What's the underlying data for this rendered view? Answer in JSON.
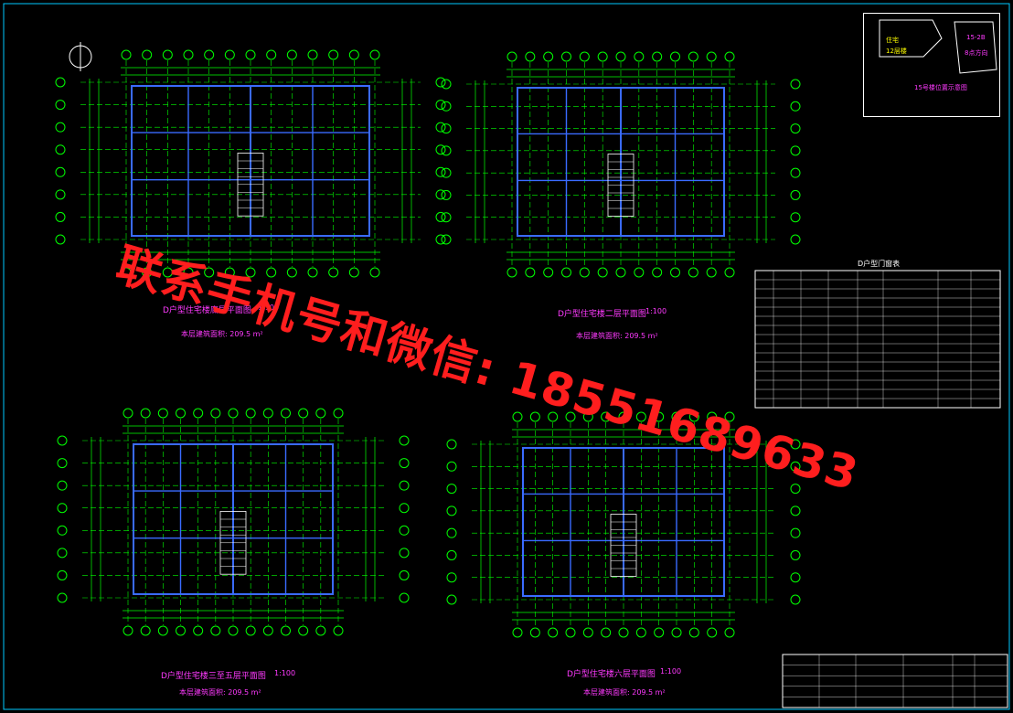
{
  "plans": [
    {
      "title": "D户型住宅楼底层平面图",
      "scale": "1:100"
    },
    {
      "title": "D户型住宅楼二层平面图",
      "scale": "1:100"
    },
    {
      "title": "D户型住宅楼三至五层平面图",
      "scale": "1:100"
    },
    {
      "title": "D户型住宅楼六层平面图",
      "scale": "1:100"
    }
  ],
  "area_notes": [
    "本层建筑面积: 209.5 m²",
    "本层建筑面积: 209.5 m²",
    "本层建筑面积: 209.5 m²",
    "本层建筑面积: 209.5 m²"
  ],
  "door_schedule_title": "D户型门窗表",
  "site_plan": {
    "caption": "15号楼位置示意图",
    "tag1": "15-2B",
    "tag2": "8点方向",
    "note1": "住宅",
    "note2": "12层楼"
  },
  "watermark": "联系手机号和微信: 18551689633",
  "colors": {
    "axis": "#00ff00",
    "wall": "#3a6bff",
    "label": "#ff3aff",
    "frame": "#00c8ff",
    "watermark": "#ff1e1e"
  }
}
